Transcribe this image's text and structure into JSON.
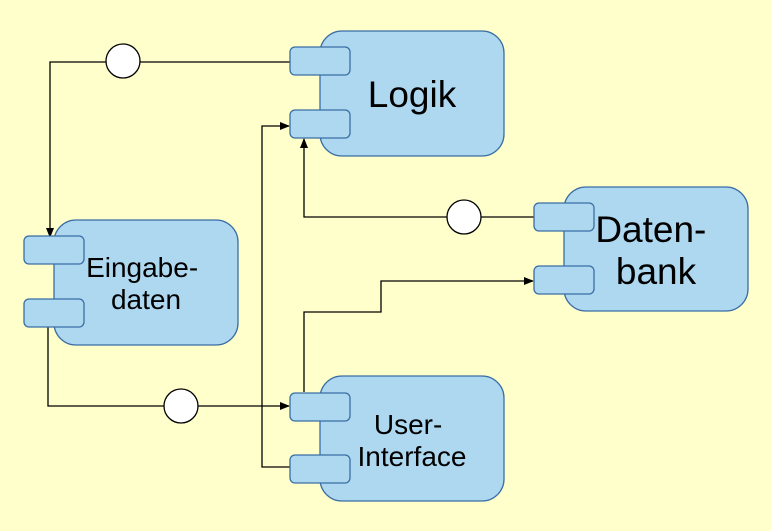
{
  "components": {
    "logik": {
      "lines": [
        "Logik"
      ]
    },
    "datenbank": {
      "lines": [
        "Daten-",
        "bank"
      ]
    },
    "eingabedaten": {
      "lines": [
        "Eingabe-",
        "daten"
      ]
    },
    "user_interface": {
      "lines": [
        "User-",
        "Interface"
      ]
    }
  },
  "colors": {
    "background": "#ffffcc",
    "component_fill": "#add8f0",
    "component_stroke": "#3a6ea5",
    "interface_fill": "#ffffff",
    "connector": "#000000"
  }
}
